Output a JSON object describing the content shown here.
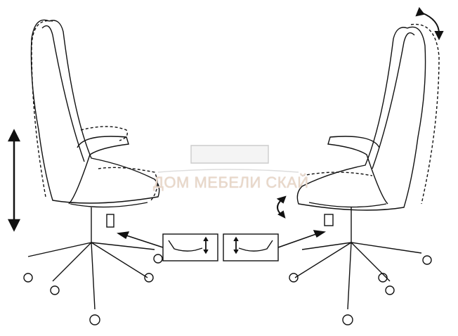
{
  "watermark": {
    "text": "ДОМ МЕБЕЛИ СКАЙ"
  },
  "diagram": {
    "left_chair": "height-adjustment",
    "right_chair": "backrest-tilt-adjustment",
    "colors": {
      "line": "#111111",
      "watermark": "#e9d8c8"
    }
  }
}
